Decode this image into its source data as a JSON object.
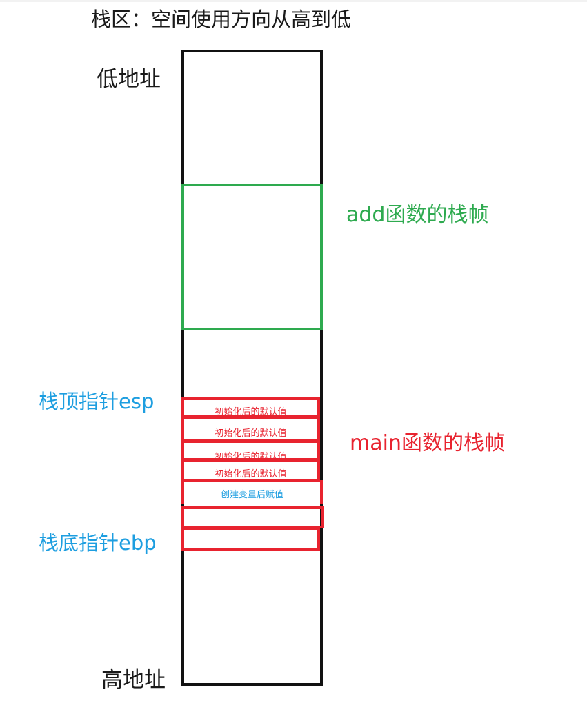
{
  "title": "栈区：空间使用方向从高到低",
  "address_labels": {
    "low": "低地址",
    "high": "高地址"
  },
  "frames": {
    "add": {
      "label": "add函数的栈帧",
      "color": "#2eaa4f"
    },
    "main": {
      "label": "main函数的栈帧",
      "color": "#e8232f",
      "slots": [
        {
          "text": "初始化后的默认值",
          "text_color": "#e8232f"
        },
        {
          "text": "初始化后的默认值",
          "text_color": "#e8232f"
        },
        {
          "text": "初始化后的默认值",
          "text_color": "#e8232f"
        },
        {
          "text": "初始化后的默认值",
          "text_color": "#e8232f"
        },
        {
          "text": "创建变量后赋值",
          "text_color": "#1d9ee0"
        },
        {
          "text": "",
          "text_color": "#e8232f"
        },
        {
          "text": "",
          "text_color": "#e8232f"
        }
      ]
    }
  },
  "pointers": {
    "esp": {
      "label": "栈顶指针esp",
      "color": "#1d9ee0"
    },
    "ebp": {
      "label": "栈底指针ebp",
      "color": "#1d9ee0"
    }
  },
  "stack_border_color": "#111111"
}
